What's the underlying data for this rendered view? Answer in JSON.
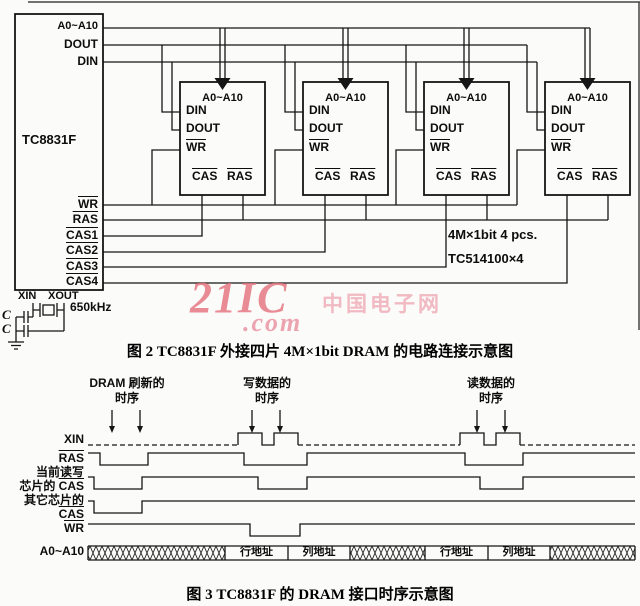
{
  "figure2": {
    "caption": "图 2  TC8831F 外接四片 4M×1bit DRAM 的电路连接示意图",
    "main_chip": {
      "label": "TC8831F",
      "pin_addr": "A0~A10",
      "pin_dout": "DOUT",
      "pin_din": "DIN",
      "ctrl_pins": [
        "WR",
        "RAS",
        "CAS1",
        "CAS2",
        "CAS3",
        "CAS4"
      ],
      "pin_xin": "XIN",
      "pin_xout": "XOUT"
    },
    "dram_chip": {
      "addr": "A0~A10",
      "din": "DIN",
      "dout": "DOUT",
      "wr": "WR",
      "cas": "CAS",
      "ras": "RAS"
    },
    "notes": {
      "line1": "4M×1bit  4 pcs.",
      "line2": "TC514100×4"
    },
    "oscillator": {
      "freq": "650kHz",
      "cap": "C"
    },
    "watermark": {
      "brand": "21IC",
      "com": ".com",
      "cn": "中国电子网",
      "color": "#e4707c"
    }
  },
  "figure3": {
    "caption": "图 3  TC8831F 的 DRAM 接口时序示意图",
    "annotations": [
      {
        "line1": "DRAM 刷新的",
        "line2": "时序"
      },
      {
        "line1": "写数据的",
        "line2": "时序"
      },
      {
        "line1": "读数据的",
        "line2": "时序"
      }
    ],
    "signals": {
      "xin": "XIN",
      "ras": "RAS",
      "cas_current_l1": "当前读写",
      "cas_current_l2": "芯片的 ",
      "cas": "CAS",
      "cas_other_l1": "其它芯片的",
      "wr": "WR",
      "bus": "A0~A10"
    },
    "bus_labels": [
      "行地址",
      "列地址",
      "行地址",
      "列地址"
    ]
  }
}
